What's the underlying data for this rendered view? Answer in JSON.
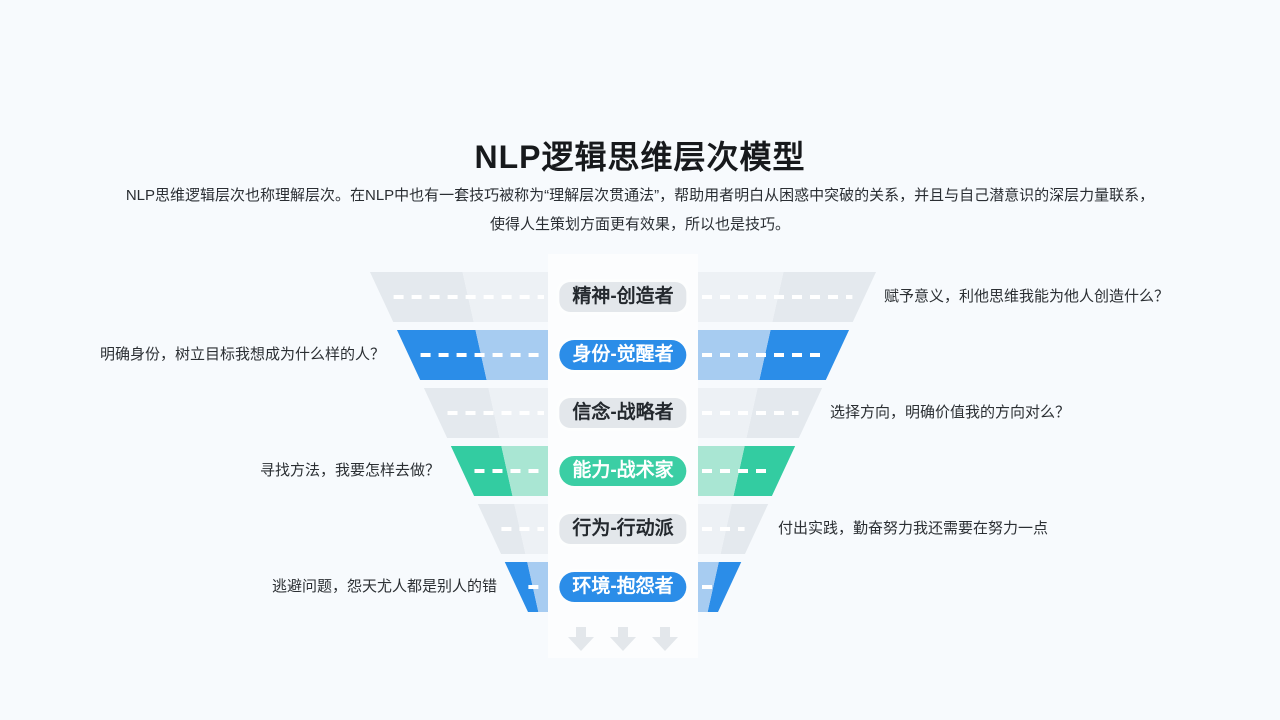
{
  "page": {
    "background": "#F7FAFD"
  },
  "title": "NLP逻辑思维层次模型",
  "description": {
    "line1": "NLP思维逻辑层次也称理解层次。在NLP中也有一套技巧被称为“理解层次贯通法”，帮助用者明白从困惑中突破的关系，并且与自己潜意识的深层力量联系，",
    "line2": "使得人生策划方面更有效果，所以也是技巧。"
  },
  "funnel": {
    "levels": [
      {
        "id": "spirit",
        "label": "精神-创造者",
        "scheme": "gray",
        "note_side": "right",
        "note": "赋予意义，利他思维我能为他人创造什么？"
      },
      {
        "id": "identity",
        "label": "身份-觉醒者",
        "scheme": "blue",
        "note_side": "left",
        "note": "明确身份，树立目标我想成为什么样的人？"
      },
      {
        "id": "belief",
        "label": "信念-战略者",
        "scheme": "gray",
        "note_side": "right",
        "note": "选择方向，明确价值我的方向对么？"
      },
      {
        "id": "ability",
        "label": "能力-战术家",
        "scheme": "green",
        "note_side": "left",
        "note": "寻找方法，我要怎样去做？"
      },
      {
        "id": "behavior",
        "label": "行为-行动派",
        "scheme": "gray",
        "note_side": "right",
        "note": "付出实践，勤奋努力我还需要在努力一点"
      },
      {
        "id": "environment",
        "label": "环境-抱怨者",
        "scheme": "blue",
        "note_side": "left",
        "note": "逃避问题，怨天尤人都是别人的错"
      }
    ],
    "schemes": {
      "gray": {
        "dark": "#E4E9EE",
        "light": "#EDF1F5",
        "pill_bg": "#E3E7EB",
        "pill_text": "#24292E"
      },
      "blue": {
        "dark": "#2B8DE8",
        "light": "#A7CCF1",
        "pill_bg": "#2B8DE8",
        "pill_text": "#FFFFFF"
      },
      "green": {
        "dark": "#33CCA1",
        "light": "#A9E6D3",
        "pill_bg": "#3BCEA4",
        "pill_text": "#FFFFFF"
      }
    },
    "dash_color": "#FFFFFF",
    "strip_color": "#FCFDFE",
    "arrow_color": "#E3E7EB",
    "arrow_count": 3
  }
}
